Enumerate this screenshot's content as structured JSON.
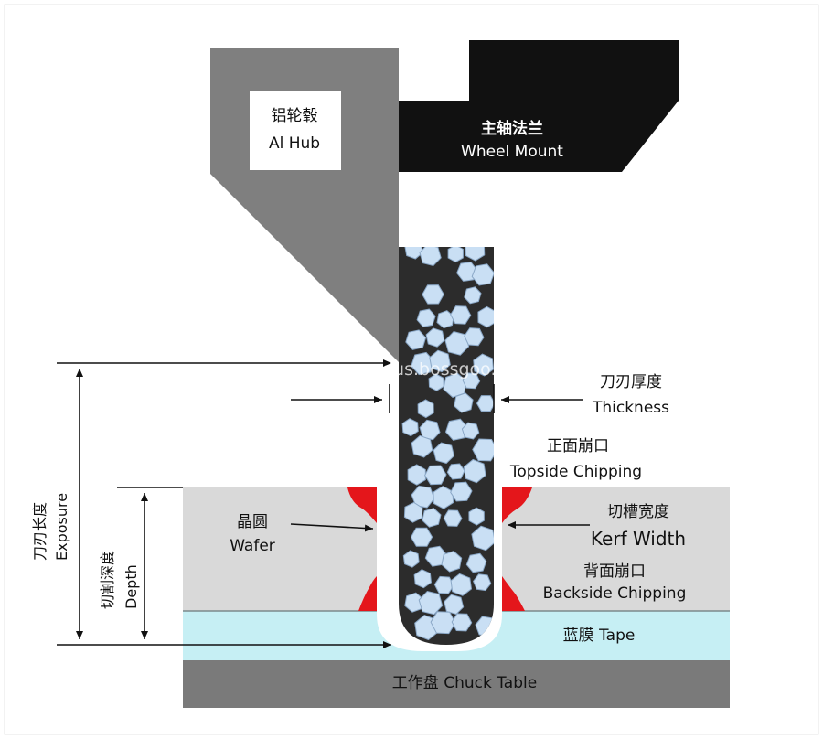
{
  "colors": {
    "hub": "#7f7f7f",
    "mount": "#111111",
    "blade": "#2c2c2c",
    "diamond_fill": "#c9dff4",
    "diamond_edge": "#8aa7c6",
    "wafer": "#d9d9d9",
    "tape": "#c6eff4",
    "chuck": "#7a7a7a",
    "chipping": "#e4161b",
    "kerf": "#ffffff",
    "outline": "#e3e3e3"
  },
  "labels": {
    "al_hub_zh": "铝轮毂",
    "al_hub_en": "Al Hub",
    "mount_zh": "主轴法兰",
    "mount_en": "Wheel Mount",
    "thickness_zh": "刀刃厚度",
    "thickness_en": "Thickness",
    "topside_zh": "正面崩口",
    "topside_en": "Topside Chipping",
    "kerf_zh": "切槽宽度",
    "kerf_en": "Kerf Width",
    "backside_zh": "背面崩口",
    "backside_en": "Backside Chipping",
    "wafer_zh": "晶圆",
    "wafer_en": "Wafer",
    "tape": "蓝膜  Tape",
    "chuck": "工作盘   Chuck Table",
    "exposure_zh": "刀刃长度",
    "exposure_en": "Exposure",
    "depth_zh": "切割深度",
    "depth_en": "Depth"
  },
  "watermark": "sqyuaprodus.bossgoo.com"
}
